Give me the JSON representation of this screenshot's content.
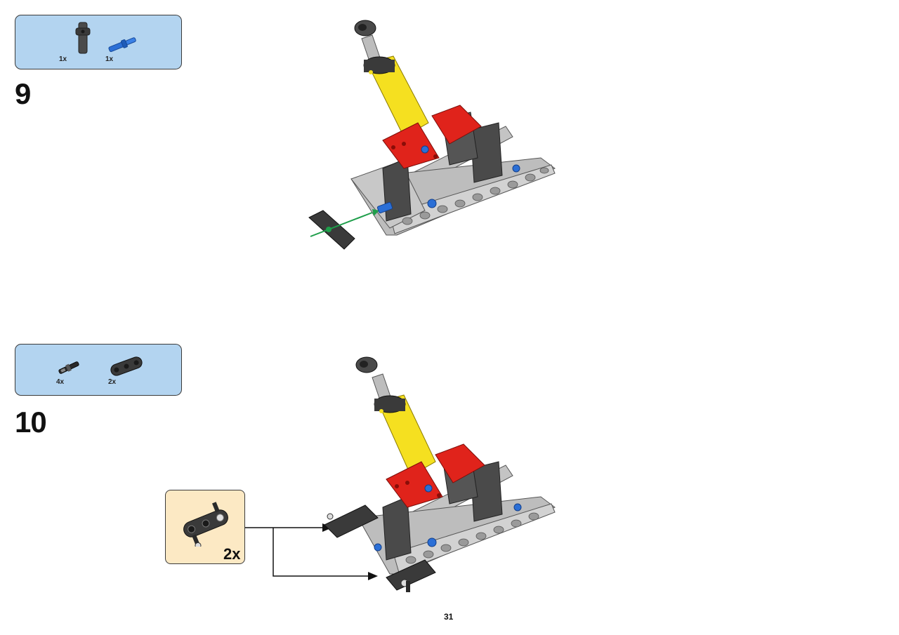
{
  "page": {
    "number": "31"
  },
  "steps": [
    {
      "number": "9",
      "parts": [
        {
          "icon": "connector-block-icon",
          "qty": "1x",
          "color": "#4a4a4a"
        },
        {
          "icon": "blue-axle-pin-icon",
          "qty": "1x",
          "color": "#2b6fd6"
        }
      ]
    },
    {
      "number": "10",
      "parts": [
        {
          "icon": "friction-pin-icon",
          "qty": "4x",
          "color": "#2a2a2a"
        },
        {
          "icon": "three-hole-beam-icon",
          "qty": "2x",
          "color": "#3a3a3a"
        }
      ],
      "subassembly": {
        "qty": "2x"
      }
    }
  ],
  "colors": {
    "parts_box": "#b3d4f0",
    "subassembly_box": "#fce9c4",
    "beam_gray": "#c4c4c4",
    "dark_gray": "#4a4a4a",
    "red": "#e0231b",
    "yellow": "#f5e020",
    "blue": "#2b6fd6",
    "arrow_green": "#1e9e4a"
  }
}
